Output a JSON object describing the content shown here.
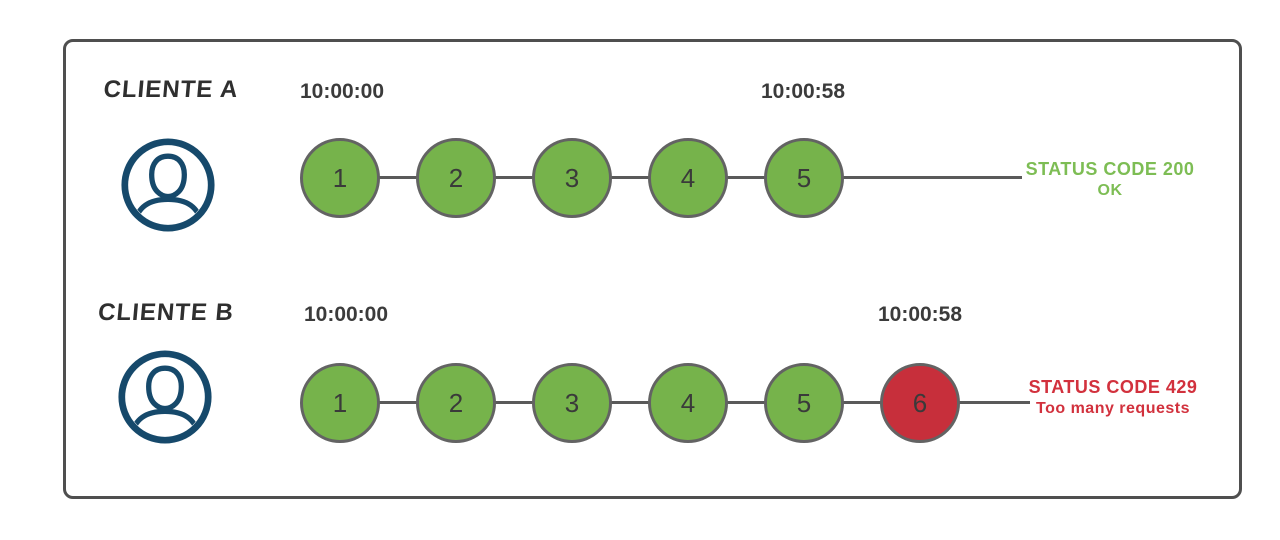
{
  "colors": {
    "circle_green": "#76b34b",
    "circle_red": "#c72f3b",
    "status_green": "#7dbd54",
    "status_red": "#d2313d",
    "avatar_navy": "#16496b",
    "line_gray": "#5a5a5a"
  },
  "rows": [
    {
      "client_label": "CLIENTE A",
      "start_time": "10:00:00",
      "end_time": "10:00:58",
      "requests": [
        {
          "label": "1",
          "state": "allowed"
        },
        {
          "label": "2",
          "state": "allowed"
        },
        {
          "label": "3",
          "state": "allowed"
        },
        {
          "label": "4",
          "state": "allowed"
        },
        {
          "label": "5",
          "state": "allowed"
        }
      ],
      "status_line1": "STATUS CODE 200",
      "status_line2": "OK"
    },
    {
      "client_label": "CLIENTE B",
      "start_time": "10:00:00",
      "end_time": "10:00:58",
      "requests": [
        {
          "label": "1",
          "state": "allowed"
        },
        {
          "label": "2",
          "state": "allowed"
        },
        {
          "label": "3",
          "state": "allowed"
        },
        {
          "label": "4",
          "state": "allowed"
        },
        {
          "label": "5",
          "state": "allowed"
        },
        {
          "label": "6",
          "state": "blocked"
        }
      ],
      "status_line1": "STATUS CODE 429",
      "status_line2": "Too many requests"
    }
  ]
}
